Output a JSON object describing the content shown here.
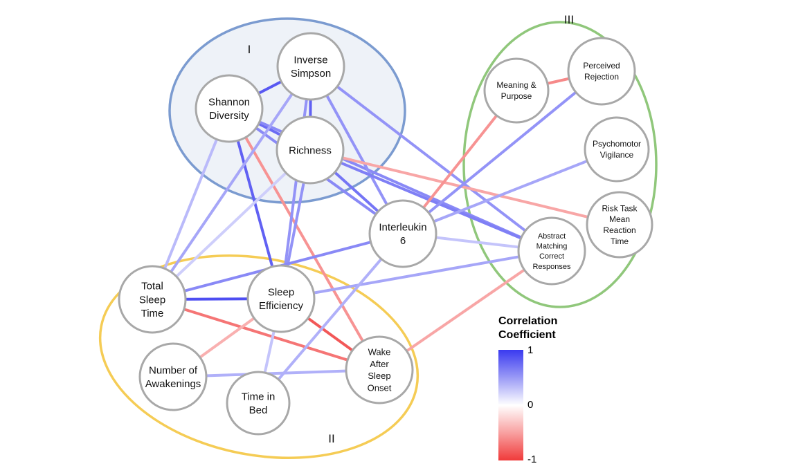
{
  "groups": [
    {
      "id": "I",
      "label": "I",
      "color": "#7b9bd0",
      "fill": "#eef2f8"
    },
    {
      "id": "II",
      "label": "II",
      "color": "#f5cc55",
      "fill": "none"
    },
    {
      "id": "III",
      "label": "III",
      "color": "#90c77b",
      "fill": "none"
    }
  ],
  "nodes": [
    {
      "id": "inverse_simpson",
      "lines": [
        "Inverse",
        "Simpson"
      ]
    },
    {
      "id": "shannon",
      "lines": [
        "Shannon",
        "Diversity"
      ]
    },
    {
      "id": "richness",
      "lines": [
        "Richness"
      ]
    },
    {
      "id": "interleukin",
      "lines": [
        "Interleukin",
        "6"
      ]
    },
    {
      "id": "total_sleep",
      "lines": [
        "Total",
        "Sleep",
        "Time"
      ]
    },
    {
      "id": "sleep_eff",
      "lines": [
        "Sleep",
        "Efficiency"
      ]
    },
    {
      "id": "num_awake",
      "lines": [
        "Number of",
        "Awakenings"
      ]
    },
    {
      "id": "time_bed",
      "lines": [
        "Time in",
        "Bed"
      ]
    },
    {
      "id": "waso",
      "lines": [
        "Wake",
        "After",
        "Sleep",
        "Onset"
      ]
    },
    {
      "id": "meaning",
      "lines": [
        "Meaning &",
        "Purpose"
      ]
    },
    {
      "id": "rejection",
      "lines": [
        "Perceived",
        "Rejection"
      ]
    },
    {
      "id": "psychomotor",
      "lines": [
        "Psychomotor",
        "Vigilance"
      ]
    },
    {
      "id": "risk_task",
      "lines": [
        "Risk Task",
        "Mean",
        "Reaction",
        "Time"
      ]
    },
    {
      "id": "abstract",
      "lines": [
        "Abstract",
        "Matching",
        "Correct",
        "Responses"
      ]
    }
  ],
  "edges": [
    {
      "a": "shannon",
      "b": "inverse_simpson",
      "r": 0.85
    },
    {
      "a": "shannon",
      "b": "richness",
      "r": 0.75
    },
    {
      "a": "inverse_simpson",
      "b": "richness",
      "r": 0.8
    },
    {
      "a": "shannon",
      "b": "total_sleep",
      "r": 0.35
    },
    {
      "a": "shannon",
      "b": "sleep_eff",
      "r": 0.8
    },
    {
      "a": "shannon",
      "b": "waso",
      "r": -0.55
    },
    {
      "a": "shannon",
      "b": "interleukin",
      "r": 0.6
    },
    {
      "a": "shannon",
      "b": "abstract",
      "r": 0.6
    },
    {
      "a": "inverse_simpson",
      "b": "total_sleep",
      "r": 0.45
    },
    {
      "a": "inverse_simpson",
      "b": "sleep_eff",
      "r": 0.55
    },
    {
      "a": "inverse_simpson",
      "b": "interleukin",
      "r": 0.55
    },
    {
      "a": "inverse_simpson",
      "b": "abstract",
      "r": 0.55
    },
    {
      "a": "richness",
      "b": "total_sleep",
      "r": 0.25
    },
    {
      "a": "richness",
      "b": "sleep_eff",
      "r": 0.55
    },
    {
      "a": "richness",
      "b": "interleukin",
      "r": 0.7
    },
    {
      "a": "richness",
      "b": "abstract",
      "r": 0.65
    },
    {
      "a": "richness",
      "b": "risk_task",
      "r": -0.45
    },
    {
      "a": "total_sleep",
      "b": "sleep_eff",
      "r": 0.9
    },
    {
      "a": "total_sleep",
      "b": "interleukin",
      "r": 0.6
    },
    {
      "a": "total_sleep",
      "b": "waso",
      "r": -0.7
    },
    {
      "a": "sleep_eff",
      "b": "abstract",
      "r": 0.45
    },
    {
      "a": "sleep_eff",
      "b": "waso",
      "r": -0.85
    },
    {
      "a": "sleep_eff",
      "b": "num_awake",
      "r": -0.4
    },
    {
      "a": "sleep_eff",
      "b": "time_bed",
      "r": 0.3
    },
    {
      "a": "num_awake",
      "b": "waso",
      "r": 0.4
    },
    {
      "a": "time_bed",
      "b": "interleukin",
      "r": 0.4
    },
    {
      "a": "interleukin",
      "b": "psychomotor",
      "r": 0.45
    },
    {
      "a": "interleukin",
      "b": "rejection",
      "r": 0.55
    },
    {
      "a": "interleukin",
      "b": "meaning",
      "r": -0.55
    },
    {
      "a": "interleukin",
      "b": "abstract",
      "r": 0.3
    },
    {
      "a": "meaning",
      "b": "rejection",
      "r": -0.6
    },
    {
      "a": "waso",
      "b": "abstract",
      "r": -0.45
    }
  ],
  "legend": {
    "title_line1": "Correlation",
    "title_line2": "Coefficient",
    "max_label": "1",
    "mid_label": "0",
    "min_label": "-1",
    "color_max": "#3a3af0",
    "color_mid": "#ffffff",
    "color_min": "#f03a3a"
  }
}
